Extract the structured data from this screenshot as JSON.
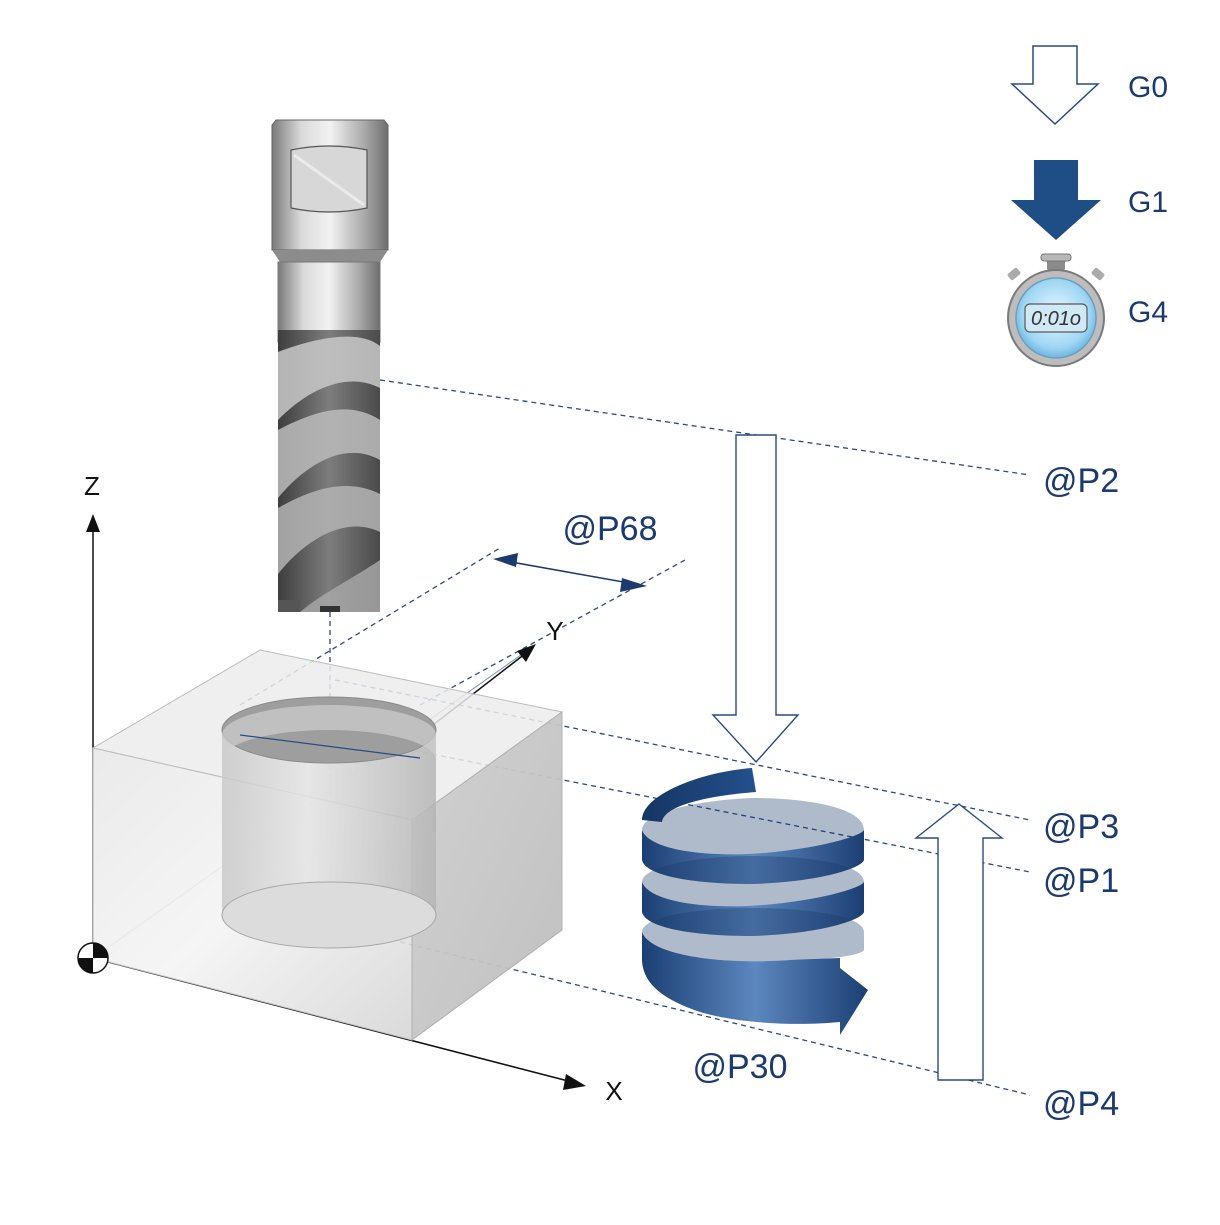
{
  "legend": {
    "g0": "G0",
    "g1": "G1",
    "g4": "G4",
    "stopwatch_display": "0:01o"
  },
  "params": {
    "p2": "@P2",
    "p68": "@P68",
    "p3": "@P3",
    "p1": "@P1",
    "p30": "@P30",
    "p4": "@P4"
  },
  "axes": {
    "x": "X",
    "y": "Y",
    "z": "Z"
  },
  "icons": {
    "g0_arrow": "hollow-down-arrow-icon",
    "g1_arrow": "solid-down-arrow-icon",
    "g4_stopwatch": "stopwatch-icon",
    "origin": "origin-marker-icon"
  },
  "colors": {
    "navy": "#1c3a6e",
    "helix": "#2a5b9a",
    "tool_grey": "#9a9a9a"
  }
}
